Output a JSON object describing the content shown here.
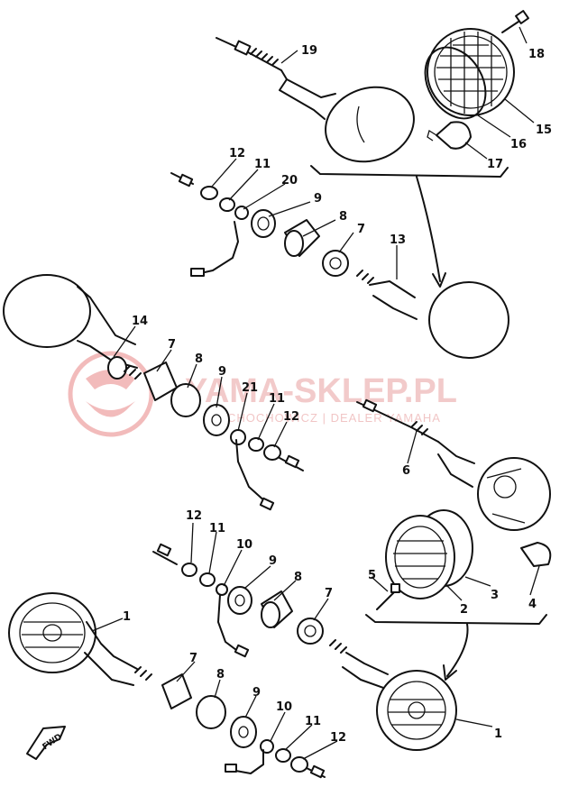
{
  "watermark": {
    "main": "YAMA-SKLEP.PL",
    "sub": "CHOCHOWICZ | DEALER YAMAHA"
  },
  "direction_marker": "FWD",
  "part_labels": {
    "p1_right": "1",
    "p1_left": "1",
    "p2": "2",
    "p3": "3",
    "p4": "4",
    "p5": "5",
    "p6": "6",
    "p7_a": "7",
    "p7_b": "7",
    "p7_c": "7",
    "p7_d": "7",
    "p8_a": "8",
    "p8_b": "8",
    "p8_c": "8",
    "p8_d": "8",
    "p9_a": "9",
    "p9_b": "9",
    "p9_c": "9",
    "p9_d": "9",
    "p10_a": "10",
    "p10_b": "10",
    "p11_a": "11",
    "p11_b": "11",
    "p11_c": "11",
    "p11_d": "11",
    "p12_a": "12",
    "p12_b": "12",
    "p12_c": "12",
    "p12_d": "12",
    "p13": "13",
    "p14": "14",
    "p15": "15",
    "p16": "16",
    "p17": "17",
    "p18": "18",
    "p19": "19",
    "p20": "20",
    "p21": "21"
  },
  "colors": {
    "line": "#111111",
    "watermark": "#e8a0a0"
  }
}
